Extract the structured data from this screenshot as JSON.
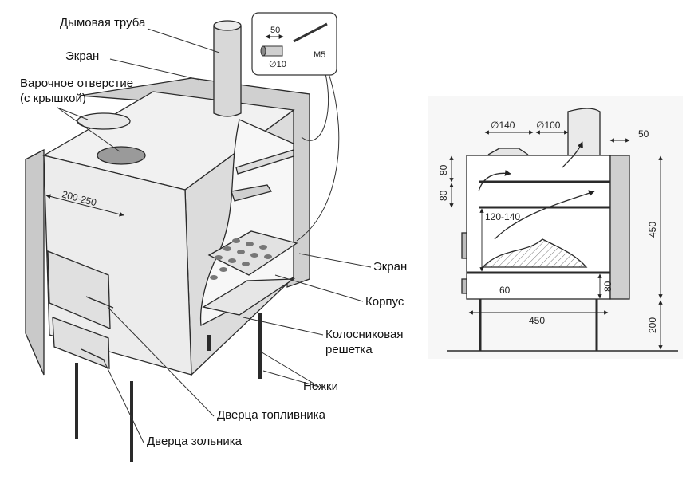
{
  "left_labels": {
    "chimney": "Дымовая труба",
    "screen_top": "Экран",
    "cooking_hole_1": "Варочное отверстие",
    "cooking_hole_2": "(с крышкой)",
    "screen_right": "Экран",
    "body": "Корпус",
    "grate_1": "Колосниковая",
    "grate_2": "решетка",
    "legs": "Ножки",
    "fuel_door": "Дверца топливника",
    "ash_door": "Дверца зольника",
    "width_dim": "200-250"
  },
  "inset": {
    "len": "50",
    "diam": "∅10",
    "bolt": "M5"
  },
  "section_dims": {
    "hole_diam": "∅140",
    "pipe_diam": "∅100",
    "offset": "50",
    "top_80a": "80",
    "top_80b": "80",
    "flame_gap": "120-140",
    "grate_60": "60",
    "ash_80": "80",
    "width_450": "450",
    "height_450": "450",
    "legs_200": "200"
  },
  "colors": {
    "line": "#2a2a2a",
    "fill_front": "#ededed",
    "fill_side": "#dcdcdc",
    "fill_top": "#f2f2f2",
    "screen": "#c7c7c7",
    "hole": "#7a7a7a"
  }
}
